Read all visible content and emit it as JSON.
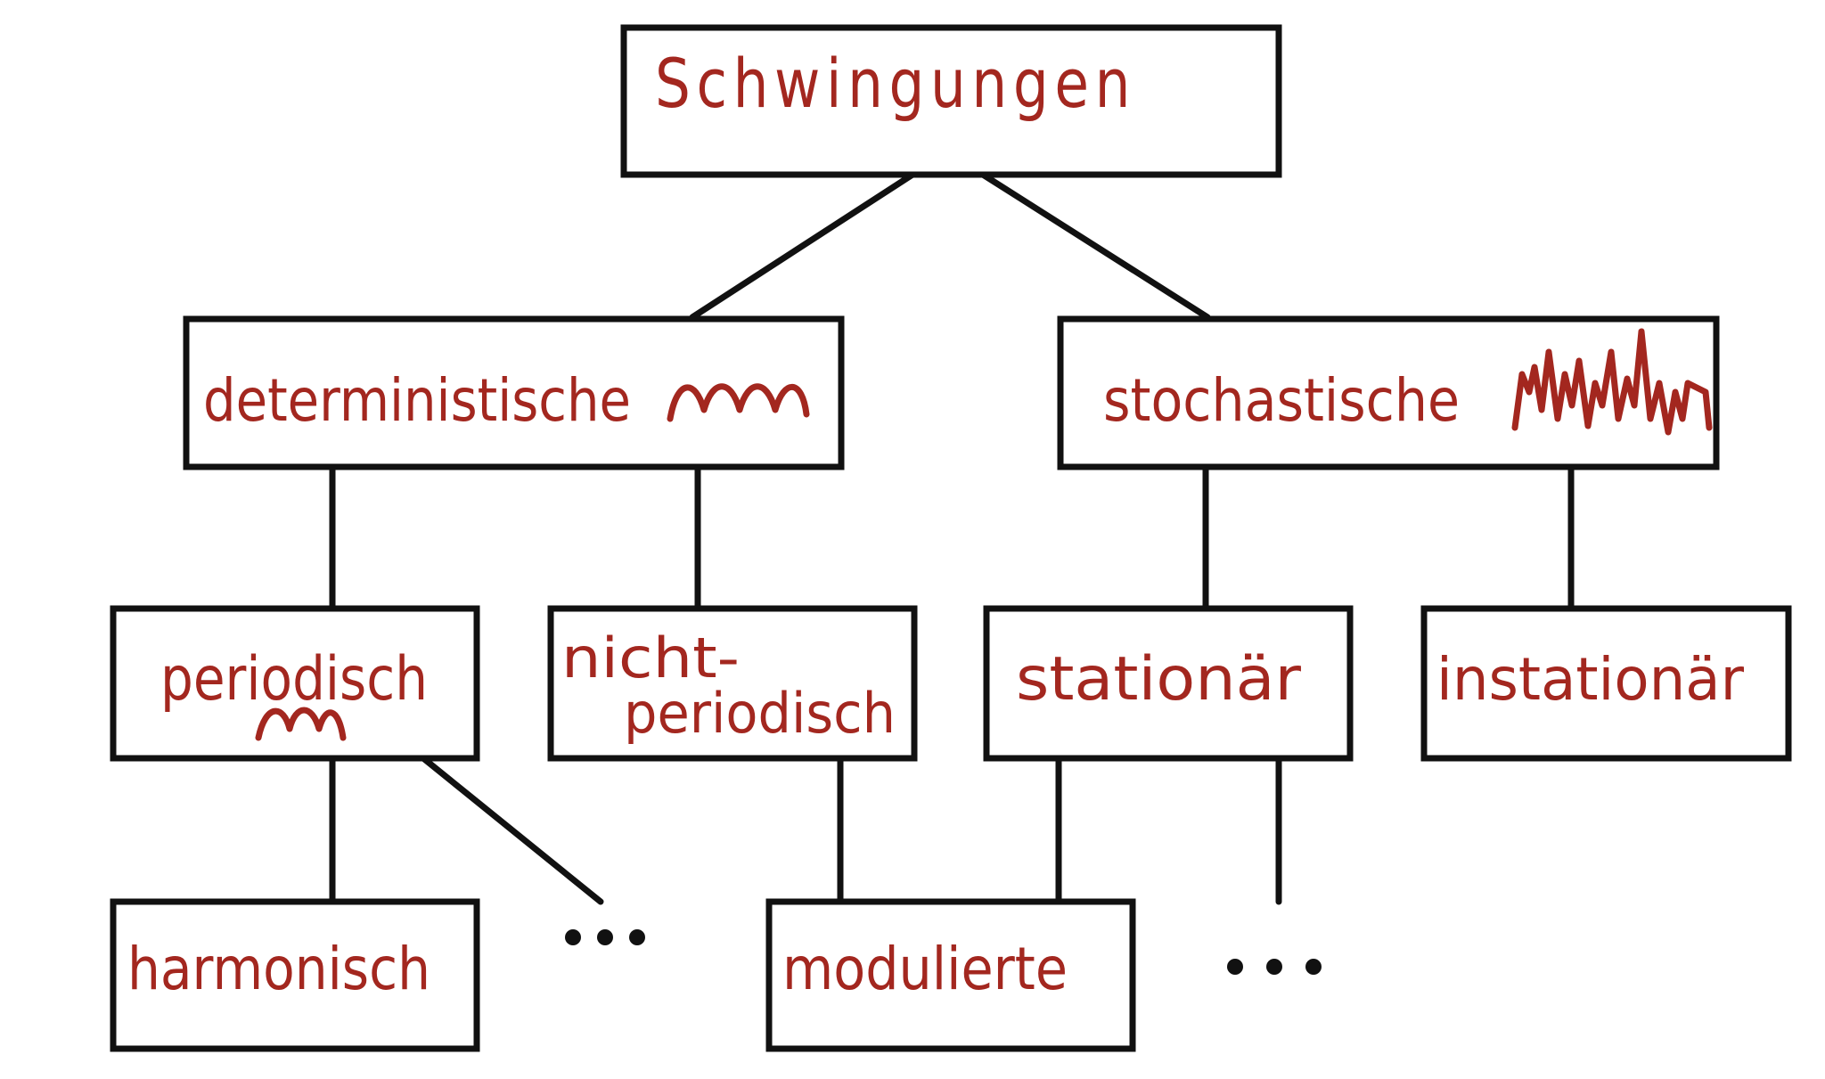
{
  "diagram": {
    "root": {
      "label": "Schwingungen"
    },
    "deterministic": {
      "label": "deterministische"
    },
    "stochastic": {
      "label": "stochastische"
    },
    "periodic": {
      "label": "periodisch"
    },
    "nonperiodic": {
      "line1": "nicht-",
      "line2": "periodisch"
    },
    "stationary": {
      "label": "stationär"
    },
    "instationary": {
      "label": "instationär"
    },
    "harmonic": {
      "label": "harmonisch"
    },
    "modulated": {
      "label": "modulierte"
    },
    "ellipsis_left": "...",
    "ellipsis_right": "..."
  },
  "colors": {
    "text": "#a3271f",
    "lines": "#111111",
    "background": "#ffffff"
  },
  "icons": [
    "deterministic-wave-icon",
    "stochastic-wave-icon",
    "periodic-wave-icon"
  ]
}
